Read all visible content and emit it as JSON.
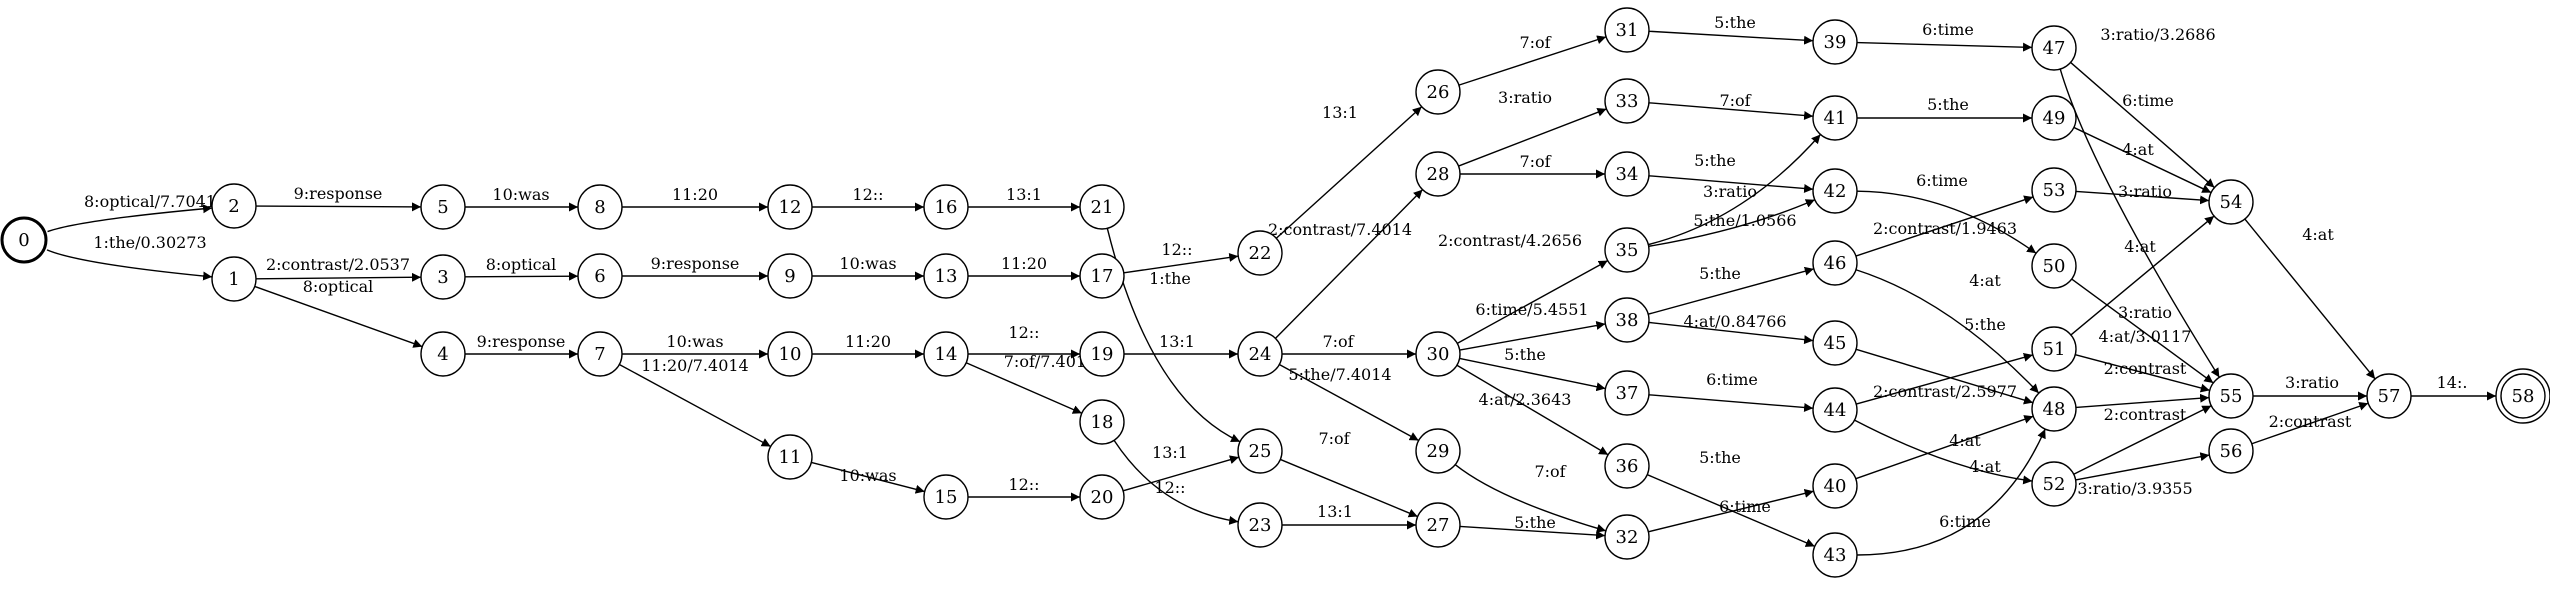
{
  "graph": {
    "nodes": [
      {
        "id": "0",
        "label": "0",
        "start": true
      },
      {
        "id": "1",
        "label": "1"
      },
      {
        "id": "2",
        "label": "2"
      },
      {
        "id": "3",
        "label": "3"
      },
      {
        "id": "4",
        "label": "4"
      },
      {
        "id": "5",
        "label": "5"
      },
      {
        "id": "6",
        "label": "6"
      },
      {
        "id": "7",
        "label": "7"
      },
      {
        "id": "8",
        "label": "8"
      },
      {
        "id": "9",
        "label": "9"
      },
      {
        "id": "10",
        "label": "10"
      },
      {
        "id": "11",
        "label": "11"
      },
      {
        "id": "12",
        "label": "12"
      },
      {
        "id": "13",
        "label": "13"
      },
      {
        "id": "14",
        "label": "14"
      },
      {
        "id": "15",
        "label": "15"
      },
      {
        "id": "16",
        "label": "16"
      },
      {
        "id": "17",
        "label": "17"
      },
      {
        "id": "18",
        "label": "18"
      },
      {
        "id": "19",
        "label": "19"
      },
      {
        "id": "20",
        "label": "20"
      },
      {
        "id": "21",
        "label": "21"
      },
      {
        "id": "22",
        "label": "22"
      },
      {
        "id": "23",
        "label": "23"
      },
      {
        "id": "24",
        "label": "24"
      },
      {
        "id": "25",
        "label": "25"
      },
      {
        "id": "26",
        "label": "26"
      },
      {
        "id": "27",
        "label": "27"
      },
      {
        "id": "28",
        "label": "28"
      },
      {
        "id": "29",
        "label": "29"
      },
      {
        "id": "30",
        "label": "30"
      },
      {
        "id": "31",
        "label": "31"
      },
      {
        "id": "32",
        "label": "32"
      },
      {
        "id": "33",
        "label": "33"
      },
      {
        "id": "34",
        "label": "34"
      },
      {
        "id": "35",
        "label": "35"
      },
      {
        "id": "36",
        "label": "36"
      },
      {
        "id": "37",
        "label": "37"
      },
      {
        "id": "38",
        "label": "38"
      },
      {
        "id": "39",
        "label": "39"
      },
      {
        "id": "40",
        "label": "40"
      },
      {
        "id": "41",
        "label": "41"
      },
      {
        "id": "42",
        "label": "42"
      },
      {
        "id": "43",
        "label": "43"
      },
      {
        "id": "44",
        "label": "44"
      },
      {
        "id": "45",
        "label": "45"
      },
      {
        "id": "46",
        "label": "46"
      },
      {
        "id": "47",
        "label": "47"
      },
      {
        "id": "48",
        "label": "48"
      },
      {
        "id": "49",
        "label": "49"
      },
      {
        "id": "50",
        "label": "50"
      },
      {
        "id": "51",
        "label": "51"
      },
      {
        "id": "52",
        "label": "52"
      },
      {
        "id": "53",
        "label": "53"
      },
      {
        "id": "54",
        "label": "54"
      },
      {
        "id": "55",
        "label": "55"
      },
      {
        "id": "56",
        "label": "56"
      },
      {
        "id": "57",
        "label": "57"
      },
      {
        "id": "58",
        "label": "58",
        "final": true
      }
    ],
    "edges": [
      {
        "from": "0",
        "to": "2",
        "label": "8:optical/7.7041"
      },
      {
        "from": "0",
        "to": "1",
        "label": "1:the/0.30273"
      },
      {
        "from": "2",
        "to": "5",
        "label": "9:response"
      },
      {
        "from": "1",
        "to": "3",
        "label": "2:contrast/2.0537"
      },
      {
        "from": "1",
        "to": "4",
        "label": "8:optical"
      },
      {
        "from": "5",
        "to": "8",
        "label": "10:was"
      },
      {
        "from": "3",
        "to": "6",
        "label": "8:optical"
      },
      {
        "from": "4",
        "to": "7",
        "label": "9:response"
      },
      {
        "from": "8",
        "to": "12",
        "label": "11:20"
      },
      {
        "from": "6",
        "to": "9",
        "label": "9:response"
      },
      {
        "from": "7",
        "to": "10",
        "label": "10:was"
      },
      {
        "from": "7",
        "to": "11",
        "label": "11:20/7.4014"
      },
      {
        "from": "12",
        "to": "16",
        "label": "12::"
      },
      {
        "from": "9",
        "to": "13",
        "label": "10:was"
      },
      {
        "from": "10",
        "to": "14",
        "label": "11:20"
      },
      {
        "from": "11",
        "to": "15",
        "label": "10:was"
      },
      {
        "from": "16",
        "to": "21",
        "label": "13:1"
      },
      {
        "from": "13",
        "to": "17",
        "label": "11:20"
      },
      {
        "from": "14",
        "to": "19",
        "label": "12::"
      },
      {
        "from": "14",
        "to": "18",
        "label": "7:of/7.4014"
      },
      {
        "from": "15",
        "to": "20",
        "label": "12::"
      },
      {
        "from": "17",
        "to": "22",
        "label": "12::"
      },
      {
        "from": "21",
        "to": "25",
        "label": "1:the"
      },
      {
        "from": "19",
        "to": "24",
        "label": "13:1"
      },
      {
        "from": "18",
        "to": "23",
        "label": "12::"
      },
      {
        "from": "20",
        "to": "25",
        "label": "13:1"
      },
      {
        "from": "22",
        "to": "26",
        "label": "13:1"
      },
      {
        "from": "24",
        "to": "28",
        "label": "2:contrast/7.4014"
      },
      {
        "from": "24",
        "to": "30",
        "label": "7:of"
      },
      {
        "from": "24",
        "to": "29",
        "label": "5:the/7.4014"
      },
      {
        "from": "25",
        "to": "27",
        "label": "7:of"
      },
      {
        "from": "23",
        "to": "27",
        "label": "13:1"
      },
      {
        "from": "26",
        "to": "31",
        "label": "7:of"
      },
      {
        "from": "28",
        "to": "33",
        "label": "3:ratio"
      },
      {
        "from": "28",
        "to": "34",
        "label": "7:of"
      },
      {
        "from": "30",
        "to": "35",
        "label": "2:contrast/4.2656"
      },
      {
        "from": "30",
        "to": "38",
        "label": "6:time/5.4551"
      },
      {
        "from": "30",
        "to": "37",
        "label": "5:the"
      },
      {
        "from": "30",
        "to": "36",
        "label": "4:at/2.3643"
      },
      {
        "from": "29",
        "to": "32",
        "label": "7:of"
      },
      {
        "from": "27",
        "to": "32",
        "label": "5:the"
      },
      {
        "from": "31",
        "to": "39",
        "label": "5:the"
      },
      {
        "from": "33",
        "to": "41",
        "label": "7:of"
      },
      {
        "from": "34",
        "to": "42",
        "label": "5:the"
      },
      {
        "from": "35",
        "to": "41",
        "label": "3:ratio"
      },
      {
        "from": "35",
        "to": "42",
        "label": "5:the/1.0566"
      },
      {
        "from": "38",
        "to": "46",
        "label": "5:the"
      },
      {
        "from": "38",
        "to": "45",
        "label": "4:at/0.84766"
      },
      {
        "from": "37",
        "to": "44",
        "label": "6:time"
      },
      {
        "from": "36",
        "to": "43",
        "label": "5:the"
      },
      {
        "from": "32",
        "to": "40",
        "label": "6:time"
      },
      {
        "from": "39",
        "to": "47",
        "label": "6:time"
      },
      {
        "from": "41",
        "to": "49",
        "label": "5:the"
      },
      {
        "from": "42",
        "to": "50",
        "label": "6:time"
      },
      {
        "from": "46",
        "to": "53",
        "label": "2:contrast/1.9463"
      },
      {
        "from": "46",
        "to": "48",
        "label": "4:at"
      },
      {
        "from": "45",
        "to": "48",
        "label": "5:the"
      },
      {
        "from": "44",
        "to": "51",
        "label": "2:contrast/2.5977"
      },
      {
        "from": "44",
        "to": "52",
        "label": "4:at"
      },
      {
        "from": "40",
        "to": "48",
        "label": "4:at"
      },
      {
        "from": "43",
        "to": "48",
        "label": "6:time"
      },
      {
        "from": "47",
        "to": "54",
        "label": "3:ratio/3.2686"
      },
      {
        "from": "47",
        "to": "55",
        "label": "4:at"
      },
      {
        "from": "49",
        "to": "54",
        "label": "6:time"
      },
      {
        "from": "53",
        "to": "54",
        "label": "3:ratio"
      },
      {
        "from": "50",
        "to": "55",
        "label": "4:at"
      },
      {
        "from": "51",
        "to": "54",
        "label": "3:ratio"
      },
      {
        "from": "51",
        "to": "55",
        "label": "4:at/3.0117"
      },
      {
        "from": "48",
        "to": "55",
        "label": "2:contrast"
      },
      {
        "from": "52",
        "to": "55",
        "label": "2:contrast"
      },
      {
        "from": "52",
        "to": "56",
        "label": "3:ratio/3.9355"
      },
      {
        "from": "54",
        "to": "57",
        "label": "4:at"
      },
      {
        "from": "55",
        "to": "57",
        "label": "3:ratio"
      },
      {
        "from": "56",
        "to": "57",
        "label": "2:contrast"
      },
      {
        "from": "57",
        "to": "58",
        "label": "14:."
      }
    ]
  }
}
